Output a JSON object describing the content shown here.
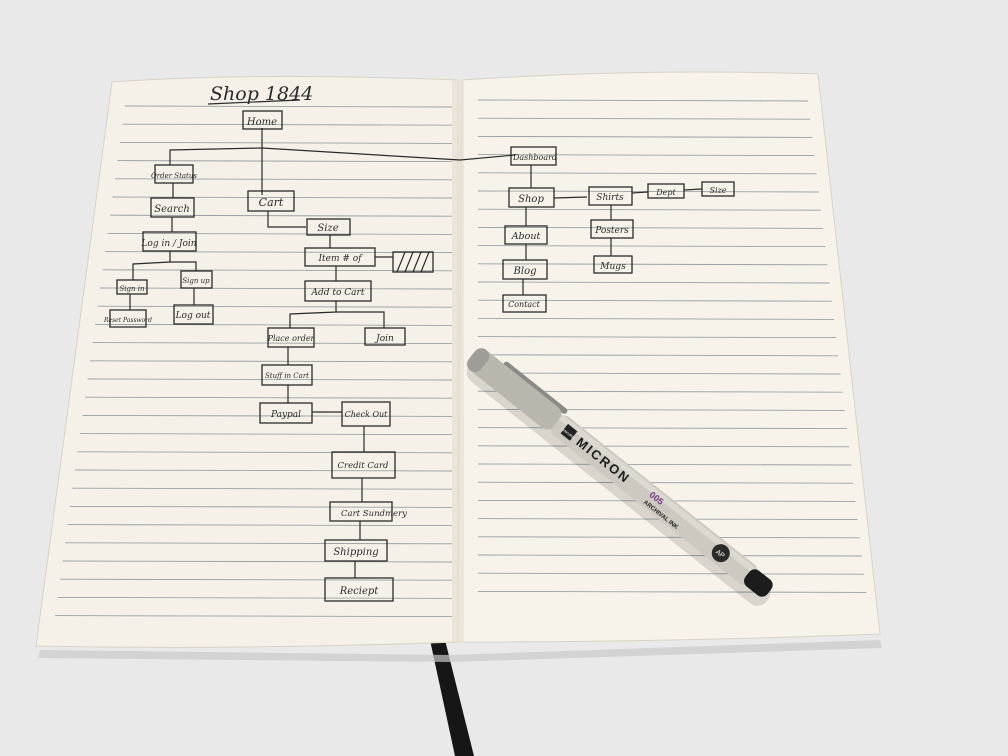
{
  "notebook": {
    "title": "Shop 1844",
    "left_sitemap": {
      "home": "Home",
      "order_status": "Order Status",
      "search": "Search",
      "login_join": "Log in / Join",
      "sign_in": "Sign in",
      "sign_up": "Sign up",
      "reset_password": "Reset Password",
      "log_out": "Log out",
      "cart": "Cart",
      "size": "Size",
      "item_qty": "Item # of",
      "add_to_cart": "Add to Cart",
      "place_order": "Place order",
      "join": "Join",
      "stuff_in_cart": "Stuff in Cart",
      "paypal": "Paypal",
      "check_out": "Check Out",
      "credit_card": "Credit Card",
      "cart_summary": "Cart Sundmery",
      "shipping": "Shipping",
      "receipt": "Reciept"
    },
    "right_sitemap": {
      "dashboard": "Dashboard",
      "shop": "Shop",
      "shirts": "Shirts",
      "dept": "Dept",
      "size": "Size",
      "about": "About",
      "posters": "Posters",
      "blog": "Blog",
      "mugs": "Mugs",
      "contact": "Contact"
    }
  },
  "pen": {
    "brand": "SAKURA",
    "model": "MICRON",
    "size": "005",
    "ink_text": "ARCHIVAL INK",
    "badge": "AP",
    "colors": {
      "barrel": "#c9c6be",
      "cap_tip": "#1a1a1a",
      "accent": "#7a3a8a"
    }
  }
}
